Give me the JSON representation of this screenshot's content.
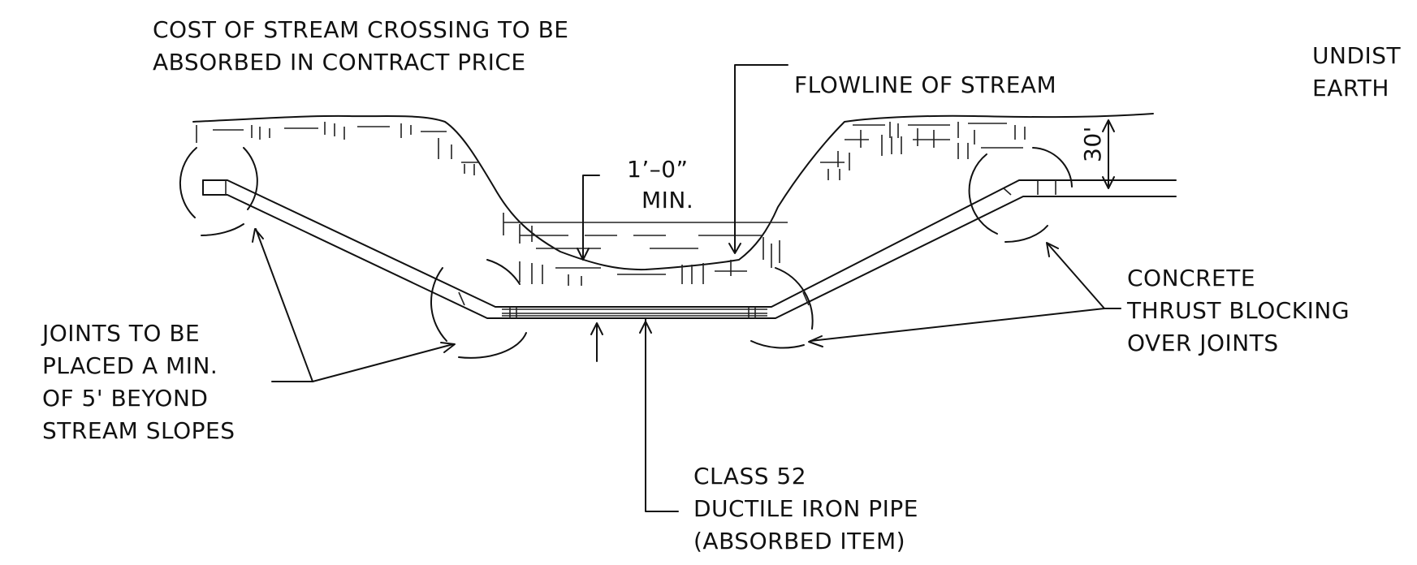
{
  "notes": {
    "cost": [
      "COST OF STREAM CROSSING TO BE",
      "ABSORBED IN CONTRACT PRICE"
    ],
    "undisturbed": [
      "UNDIST",
      "EARTH"
    ],
    "flowline": "FLOWLINE OF STREAM",
    "min_cover": [
      "1’–0”",
      "MIN."
    ],
    "dimension": "30'",
    "concrete": [
      "CONCRETE",
      "THRUST BLOCKING",
      "OVER JOINTS"
    ],
    "joints": [
      "JOINTS TO BE",
      "PLACED A MIN.",
      "OF 5' BEYOND",
      "STREAM SLOPES"
    ],
    "pipe": [
      "CLASS 52",
      "DUCTILE IRON PIPE",
      "(ABSORBED ITEM)"
    ]
  },
  "colors": {
    "ink": "#111111",
    "paper": "#ffffff"
  }
}
